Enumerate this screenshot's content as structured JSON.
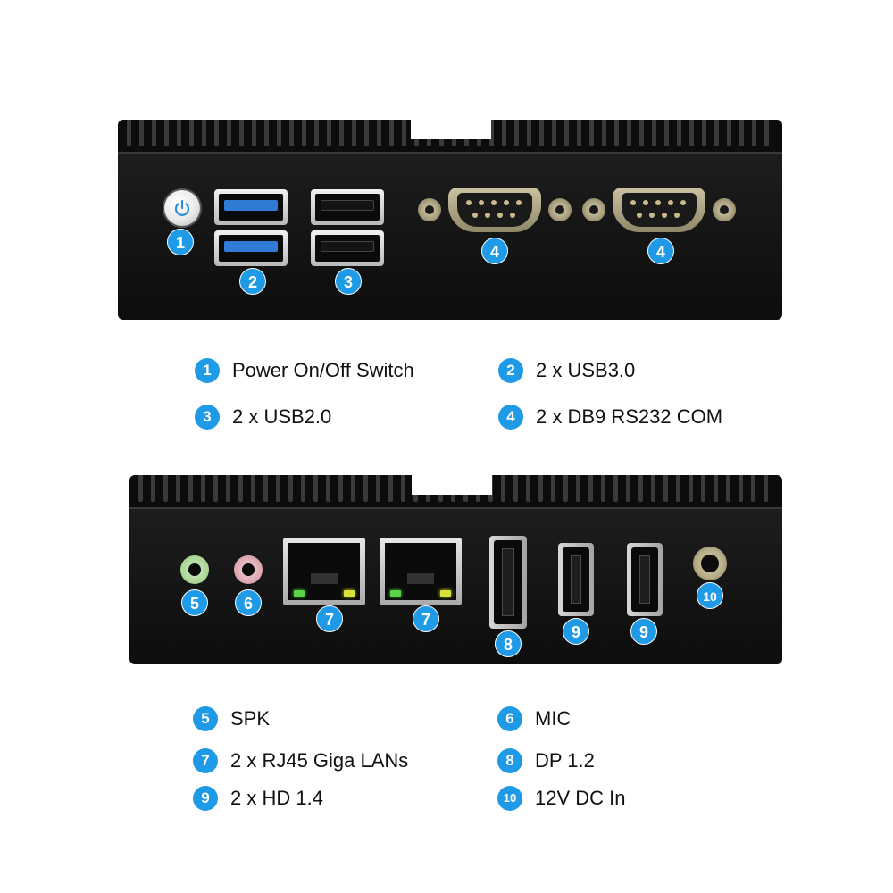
{
  "accent_color": "#1e9ae6",
  "top_panel": {
    "badges": [
      "1",
      "2",
      "3",
      "4",
      "4"
    ],
    "legend": [
      {
        "number": "1",
        "text": "Power On/Off Switch"
      },
      {
        "number": "2",
        "text": "2 x USB3.0"
      },
      {
        "number": "3",
        "text": "2 x USB2.0"
      },
      {
        "number": "4",
        "text": "2 x DB9 RS232 COM"
      }
    ]
  },
  "bottom_panel": {
    "badges": [
      "5",
      "6",
      "7",
      "7",
      "8",
      "9",
      "9",
      "10"
    ],
    "legend": [
      {
        "number": "5",
        "text": "SPK"
      },
      {
        "number": "6",
        "text": "MIC"
      },
      {
        "number": "7",
        "text": "2 x RJ45 Giga LANs"
      },
      {
        "number": "8",
        "text": "DP 1.2"
      },
      {
        "number": "9",
        "text": "2 x HD 1.4"
      },
      {
        "number": "10",
        "text": "12V DC In"
      }
    ]
  }
}
